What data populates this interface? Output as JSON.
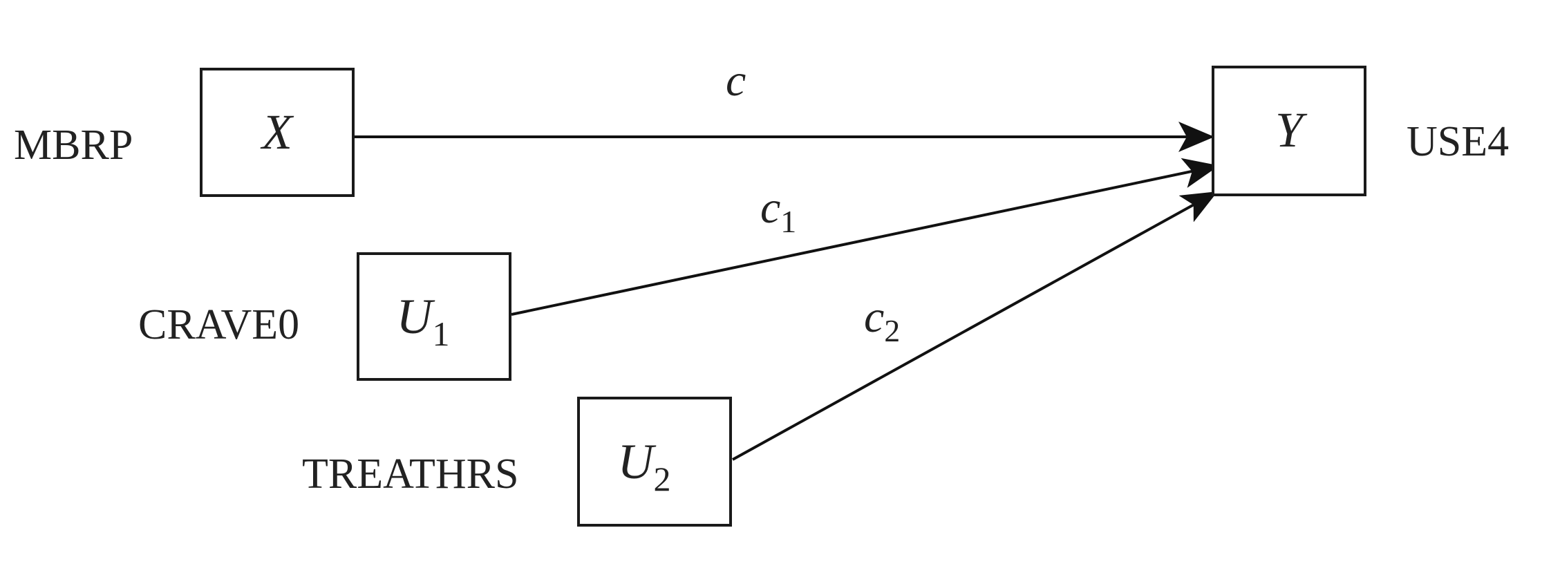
{
  "nodes": {
    "x": {
      "symbol": "X",
      "subscript": "",
      "name": "MBRP"
    },
    "y": {
      "symbol": "Y",
      "subscript": "",
      "name": "USE4"
    },
    "u1": {
      "symbol": "U",
      "subscript": "1",
      "name": "CRAVE0"
    },
    "u2": {
      "symbol": "U",
      "subscript": "2",
      "name": "TREATHRS"
    }
  },
  "edges": {
    "x_to_y": {
      "from": "X",
      "to": "Y",
      "symbol": "c",
      "subscript": ""
    },
    "u1_to_y": {
      "from": "U1",
      "to": "Y",
      "symbol": "c",
      "subscript": "1"
    },
    "u2_to_y": {
      "from": "U2",
      "to": "Y",
      "symbol": "c",
      "subscript": "2"
    }
  }
}
